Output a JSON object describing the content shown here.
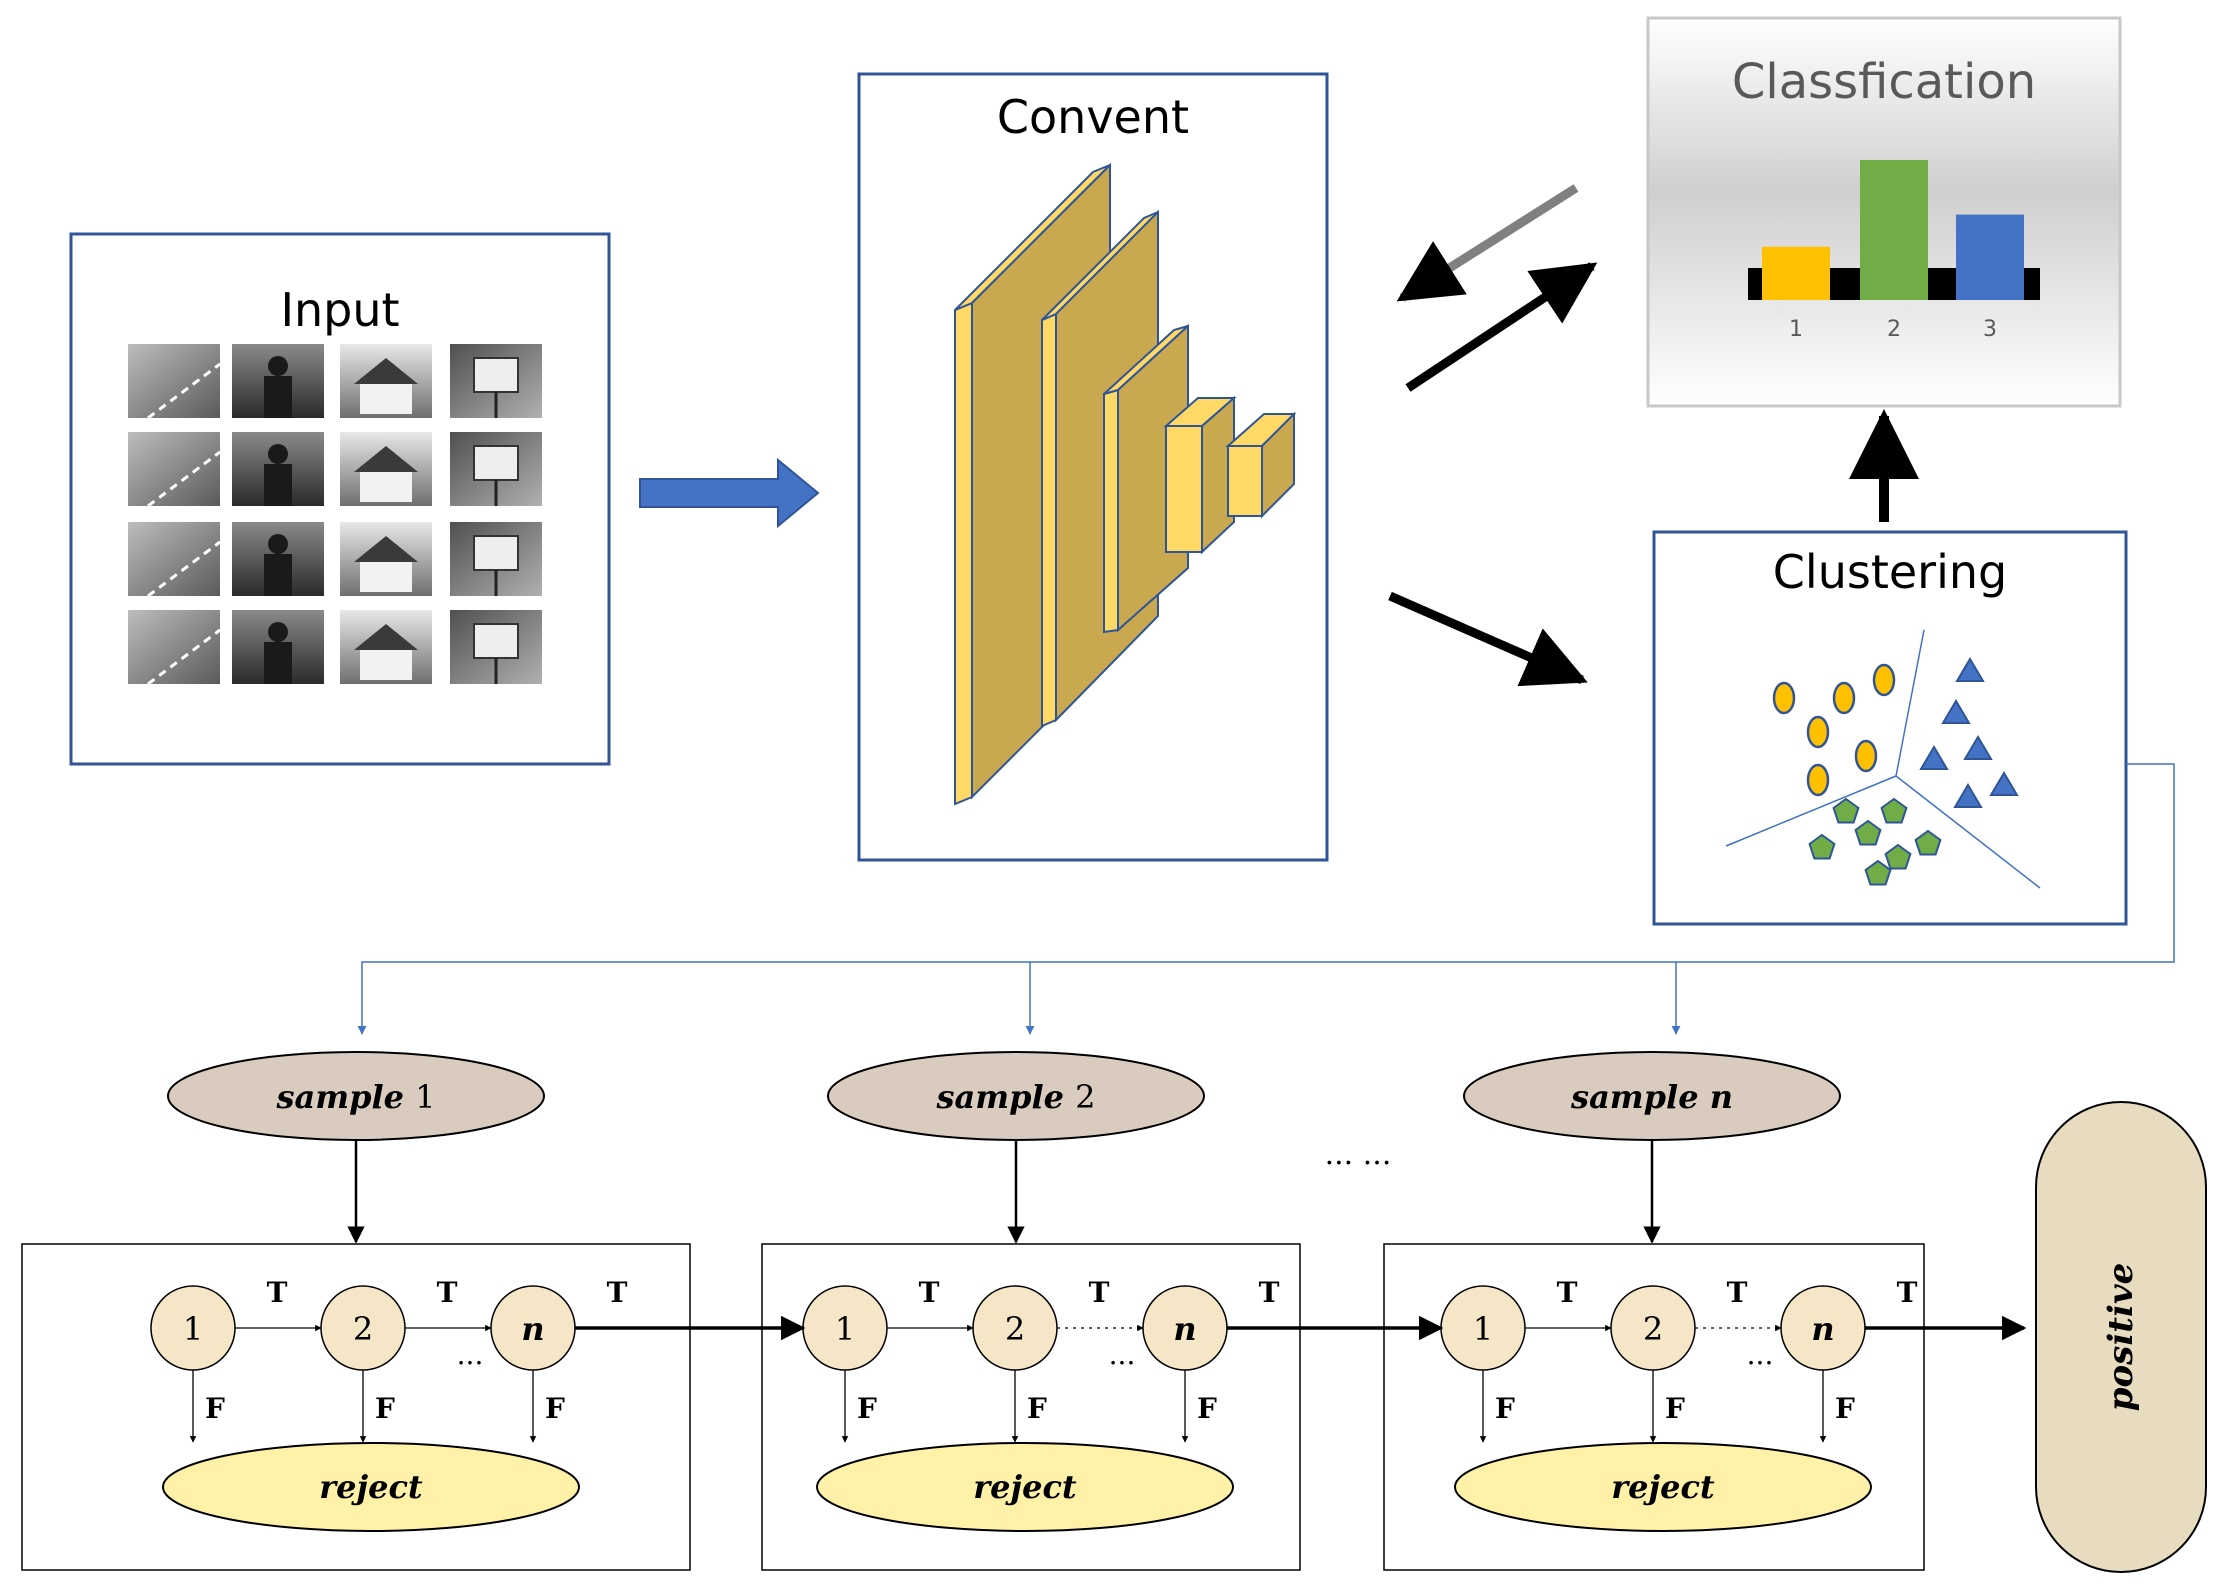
{
  "input": {
    "title": "Input",
    "thumbs": [
      [
        "road",
        "people",
        "house",
        "sign"
      ],
      [
        "road",
        "person",
        "house",
        "sign"
      ],
      [
        "road",
        "person",
        "house",
        "sign"
      ],
      [
        "road",
        "person",
        "building",
        "sign"
      ]
    ]
  },
  "convnet": {
    "title": "Convent"
  },
  "classification": {
    "title": "Classfication",
    "bars": [
      {
        "label": "1",
        "value": 0.38,
        "color": "#ffc000"
      },
      {
        "label": "2",
        "value": 1.0,
        "color": "#70ad47"
      },
      {
        "label": "3",
        "value": 0.61,
        "color": "#4472c4"
      }
    ]
  },
  "clustering": {
    "title": "Clustering"
  },
  "samples": [
    {
      "word": "sample",
      "index": "1",
      "index_italic": false
    },
    {
      "word": "sample",
      "index": "2",
      "index_italic": false
    },
    {
      "word": "sample",
      "index": "n",
      "index_italic": true
    }
  ],
  "ellipsis_between": "... ...",
  "cascade": {
    "nodes": [
      "1",
      "2",
      "n"
    ],
    "true_label": "T",
    "false_label": "F",
    "dots": "...",
    "reject_label": "reject"
  },
  "positive_label": "positive",
  "colors": {
    "box_border": "#2f5597",
    "feedback_line": "#4472c4",
    "layer_face": "#c9a84f",
    "layer_side": "#ffd966",
    "node_fill": "#f5e6c8",
    "sample_fill": "#d9ccbf",
    "reject_fill": "#fff2a8",
    "positive_fill": "#e8dcc0",
    "gray_arrow": "#808080"
  }
}
